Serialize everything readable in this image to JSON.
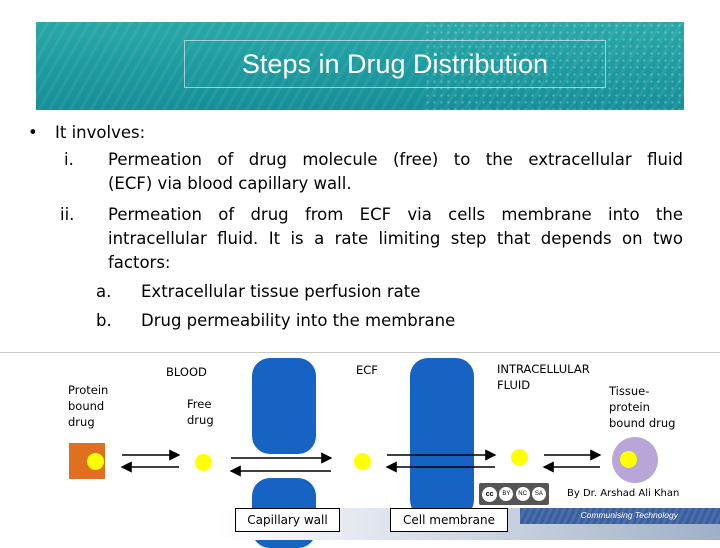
{
  "title": "Steps in Drug Distribution",
  "bullet": "•",
  "intro": "It involves:",
  "items": [
    {
      "num": "i.",
      "lines": [
        "Permeation of drug molecule (free) to the extracellular fluid",
        "(ECF) via blood capillary wall."
      ]
    },
    {
      "num": "ii.",
      "lines": [
        "Permeation of drug from ECF via cells membrane into the",
        "intracellular fluid. It is a rate limiting step that depends on two",
        "factors:"
      ]
    }
  ],
  "subitems": [
    {
      "letter": "a.",
      "text": "Extracellular tissue perfusion rate"
    },
    {
      "letter": "b.",
      "text": "Drug permeability into the membrane"
    }
  ],
  "diagram": {
    "blood": "BLOOD",
    "ecf": "ECF",
    "intracellular": [
      "INTRACELLULAR",
      "FLUID"
    ],
    "protein_bound": [
      "Protein",
      "bound",
      "drug"
    ],
    "free_drug": [
      "Free",
      "drug"
    ],
    "tissue_protein": [
      "Tissue-",
      "protein",
      "bound drug"
    ],
    "capillary_wall": "Capillary wall",
    "cell_membrane": "Cell membrane",
    "credit": "By Dr. Arshad Ali Khan",
    "cc_badge": [
      "cc",
      "BY",
      "NC",
      "SA"
    ],
    "colors": {
      "membrane": "#1763c4",
      "free_drug": "#ffff00",
      "protein": "#e07020",
      "tissue_protein": "#b8a6d8"
    }
  },
  "footer": {
    "tagline": "Communising Technology"
  }
}
